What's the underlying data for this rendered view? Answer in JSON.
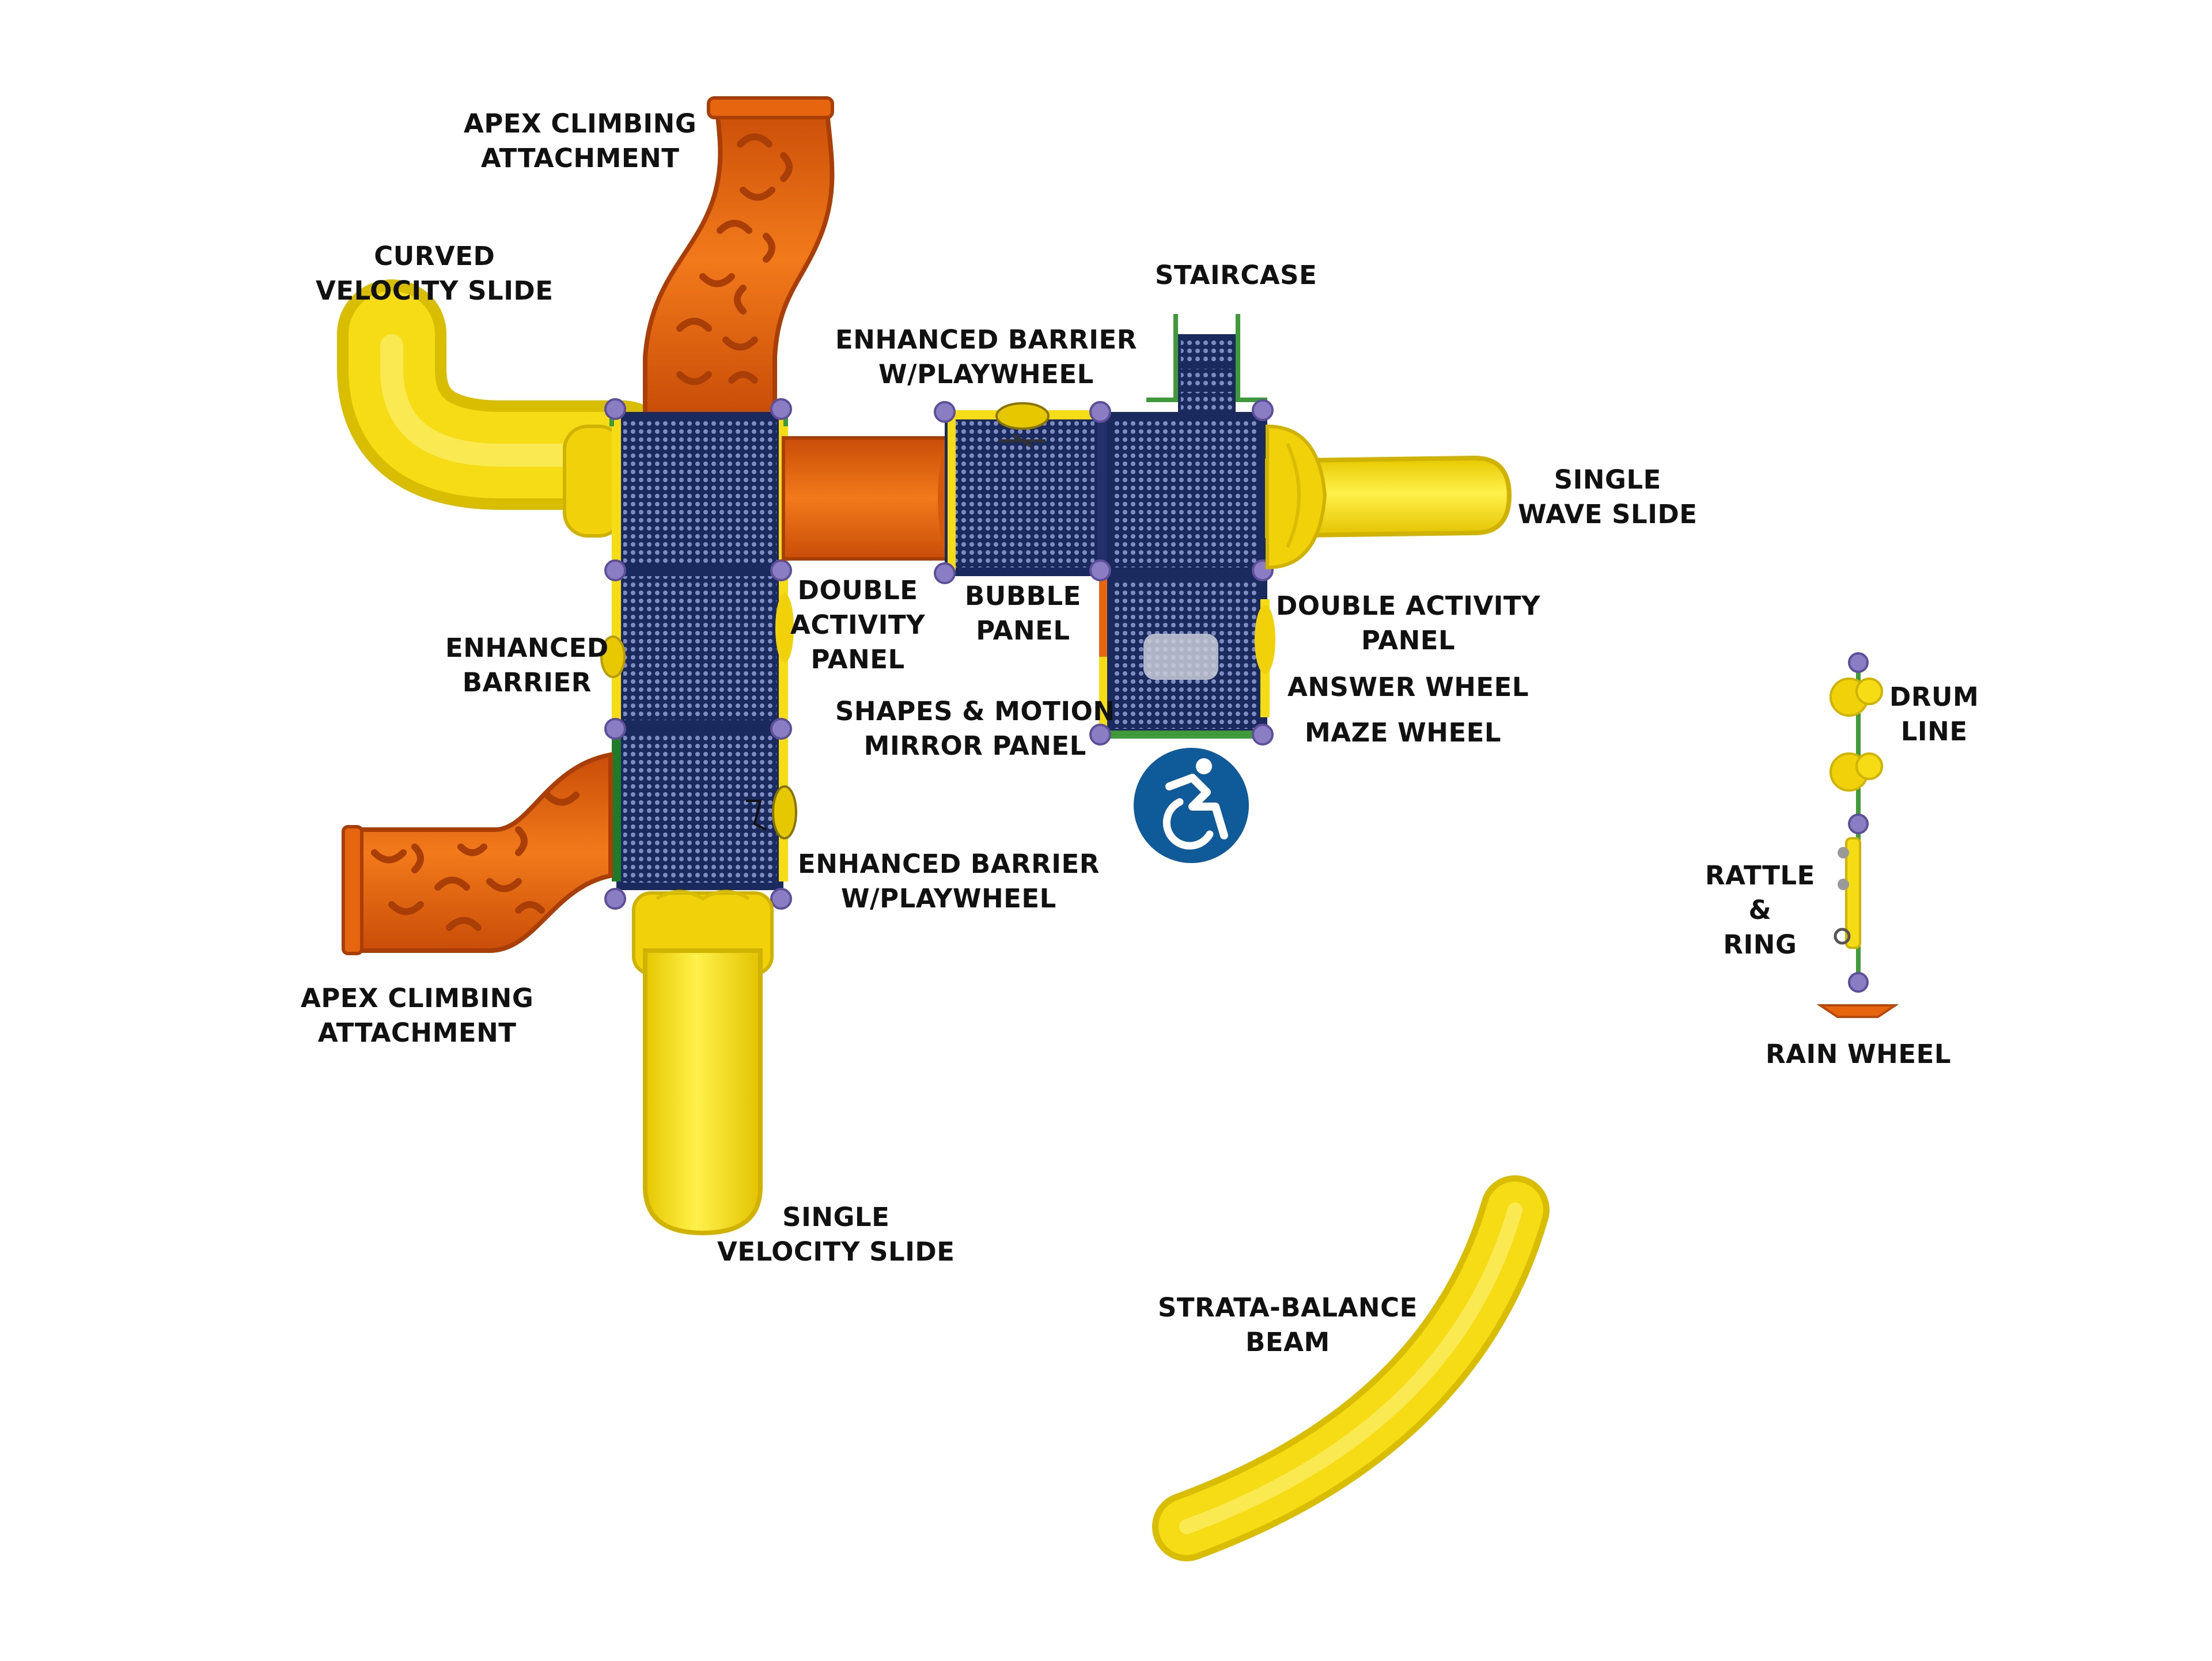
{
  "labels": {
    "apex_top": [
      "APEX CLIMBING",
      "ATTACHMENT"
    ],
    "curved_slide": [
      "CURVED",
      "VELOCITY SLIDE"
    ],
    "staircase": [
      "STAIRCASE"
    ],
    "enhanced_barrier_playwheel_top": [
      "ENHANCED BARRIER",
      "W/PLAYWHEEL"
    ],
    "single_wave_slide": [
      "SINGLE",
      "WAVE SLIDE"
    ],
    "double_activity_left": [
      "DOUBLE",
      "ACTIVITY",
      "PANEL"
    ],
    "bubble_panel": [
      "BUBBLE",
      "PANEL"
    ],
    "double_activity_right": [
      "DOUBLE ACTIVITY",
      "PANEL"
    ],
    "enhanced_barrier": [
      "ENHANCED",
      "BARRIER"
    ],
    "answer_wheel": [
      "ANSWER WHEEL"
    ],
    "shapes_motion": [
      "SHAPES & MOTION",
      "MIRROR PANEL"
    ],
    "maze_wheel": [
      "MAZE WHEEL"
    ],
    "drum_line": [
      "DRUM",
      "LINE"
    ],
    "enhanced_barrier_playwheel_bottom": [
      "ENHANCED BARRIER",
      "W/PLAYWHEEL"
    ],
    "rattle_ring": [
      "RATTLE",
      "&",
      "RING"
    ],
    "apex_bottom": [
      "APEX CLIMBING",
      "ATTACHMENT"
    ],
    "rain_wheel": [
      "RAIN WHEEL"
    ],
    "single_velocity_slide": [
      "SINGLE",
      "VELOCITY SLIDE"
    ],
    "strata_balance_beam": [
      "STRATA-BALANCE",
      "BEAM"
    ]
  },
  "colors": {
    "yellow": "#f6dc14",
    "yellow_dark": "#d4b800",
    "orange": "#e8650f",
    "orange_dark": "#b9480a",
    "navy": "#1a2a5e",
    "deck_dot": "#8a97c9",
    "purple": "#8b7dc4",
    "green": "#3f9a3a",
    "accessibility_blue": "#0f5a99"
  },
  "icons": {
    "accessibility": "wheelchair-accessibility-icon"
  }
}
